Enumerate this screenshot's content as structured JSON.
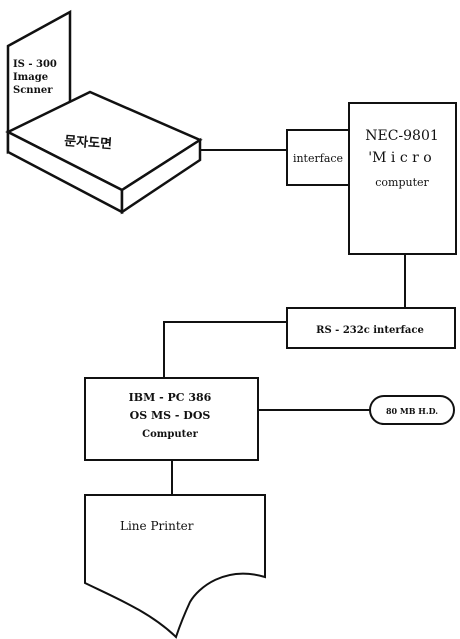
{
  "scanner": {
    "panel_line1": "IS - 300",
    "panel_line2": "Image",
    "panel_line3": "Scnner",
    "base_label": "문자도면"
  },
  "interface_box": {
    "label": "interface"
  },
  "nec": {
    "line1": "NEC-9801",
    "line2": "'M i c r o",
    "line3": "computer"
  },
  "rs232": {
    "label": "RS - 232c interface"
  },
  "ibm": {
    "line1": "IBM - PC 386",
    "line2": "OS MS - DOS",
    "line3": "Computer"
  },
  "storage": {
    "label": "80 MB H.D."
  },
  "printer": {
    "label": "Line Printer"
  },
  "colors": {
    "ink": "#111111",
    "background": "#ffffff"
  }
}
